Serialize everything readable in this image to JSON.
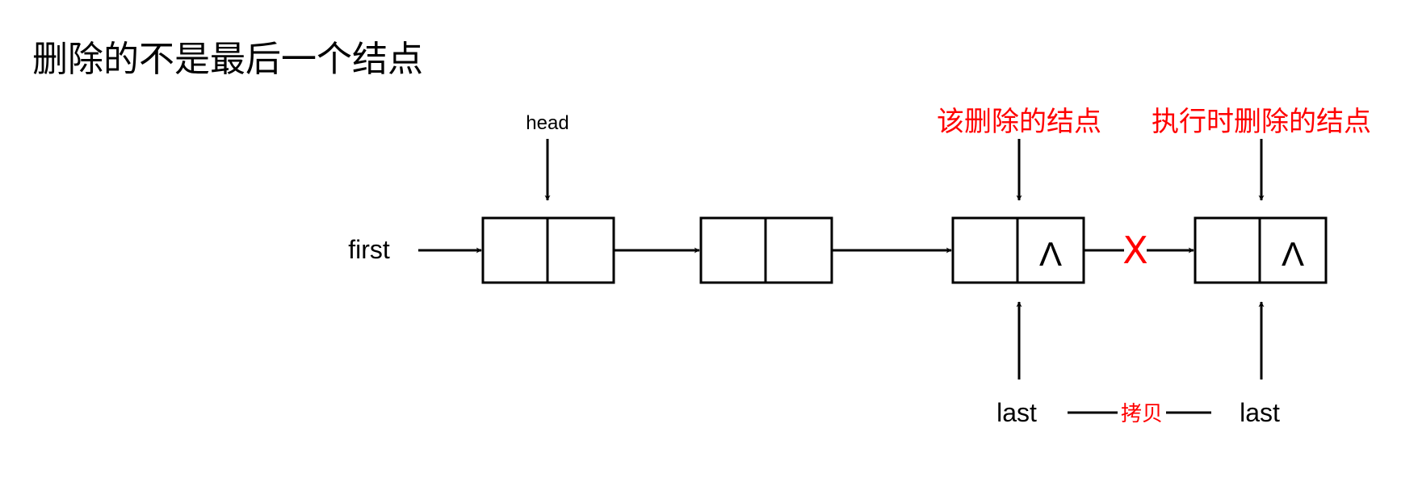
{
  "title": "删除的不是最后一个结点",
  "labels": {
    "head": "head",
    "first": "first",
    "last_left": "last",
    "last_right": "last",
    "copy": "拷贝",
    "to_delete": "该删除的结点",
    "actually_deleted": "执行时删除的结点",
    "cut_mark": "X",
    "null_symbol_1": "Λ",
    "null_symbol_2": "Λ"
  },
  "colors": {
    "annotation": "#ff0000",
    "stroke": "#000000"
  },
  "icons": {
    "null_pointer": "lambda-null-symbol",
    "cut": "x-cross-mark"
  }
}
